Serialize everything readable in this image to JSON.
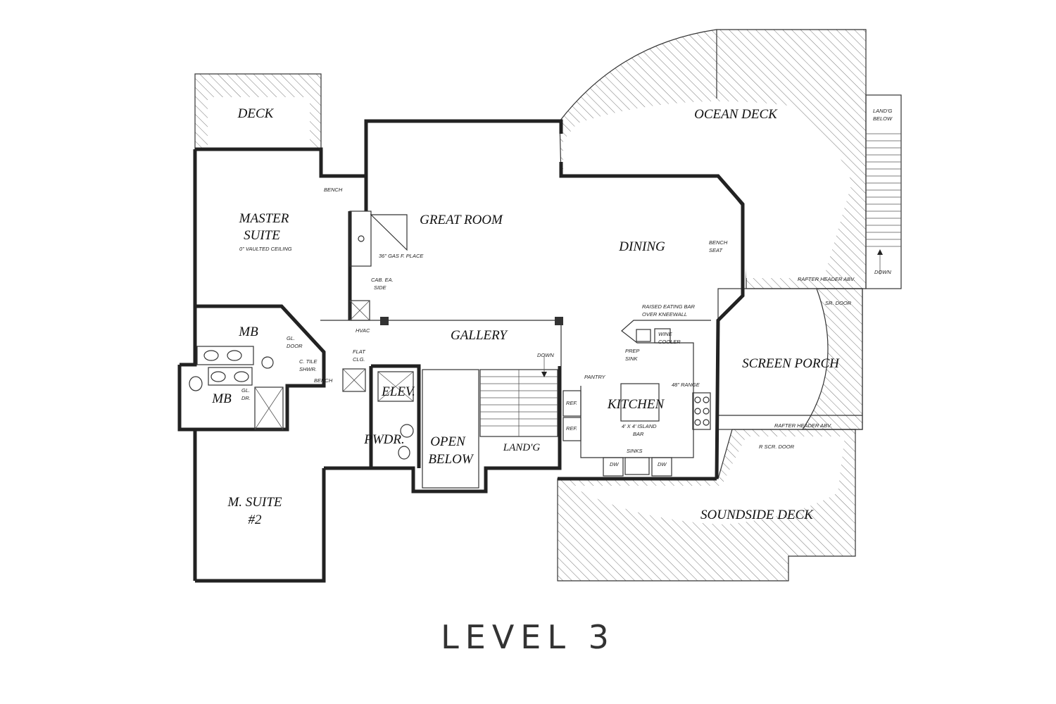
{
  "title": "LEVEL 3",
  "rooms": {
    "deck": "DECK",
    "ocean_deck": "OCEAN DECK",
    "master_suite_1": "MASTER",
    "master_suite_2": "SUITE",
    "great_room": "GREAT ROOM",
    "dining": "DINING",
    "gallery": "GALLERY",
    "mb_upper": "MB",
    "mb_lower": "MB",
    "elev": "ELEV.",
    "pwdr": "PWDR.",
    "open_below_1": "OPEN",
    "open_below_2": "BELOW",
    "landing": "LAND'G",
    "kitchen": "KITCHEN",
    "screen_porch": "SCREEN PORCH",
    "soundside_deck": "SOUNDSIDE DECK",
    "m_suite2_1": "M. SUITE",
    "m_suite2_2": "#2"
  },
  "notes": {
    "bench_top": "BENCH",
    "vaulted": "0\" VAULTED CEILING",
    "fireplace": "36\" GAS F. PLACE",
    "cab_1": "CAB. EA.",
    "cab_2": "SIDE",
    "hvac": "HVAC",
    "gl_door_1": "GL.",
    "gl_door_2": "DOOR",
    "tile_1": "C. TILE",
    "tile_2": "SHWR.",
    "bench_shower": "BENCH",
    "flat_1": "FLAT",
    "flat_2": "CLG.",
    "gl_dr_1": "GL.",
    "gl_dr_2": "DR.",
    "down_stair": "DOWN",
    "bench_seat_1": "BENCH",
    "bench_seat_2": "SEAT",
    "raised_bar_1": "RAISED EATING BAR",
    "raised_bar_2": "OVER KNEEWALL",
    "wine_1": "WINE",
    "wine_2": "COOLER",
    "prep_1": "PREP",
    "prep_2": "SINK",
    "pantry": "PANTRY",
    "range": "48\" RANGE",
    "ref_1": "REF.",
    "ref_2": "REF.",
    "island_1": "4' X 4' ISLAND",
    "island_2": "BAR",
    "sinks": "SINKS",
    "dw_1": "DW",
    "dw_2": "DW",
    "rafter_top": "RAFTER HEADER ABV.",
    "rafter_bottom": "RAFTER HEADER ABV.",
    "sr_door": "SR. DOOR",
    "r_scr_door": "R SCR. DOOR",
    "landg_below_1": "LAND'G",
    "landg_below_2": "BELOW",
    "down_right": "DOWN"
  }
}
